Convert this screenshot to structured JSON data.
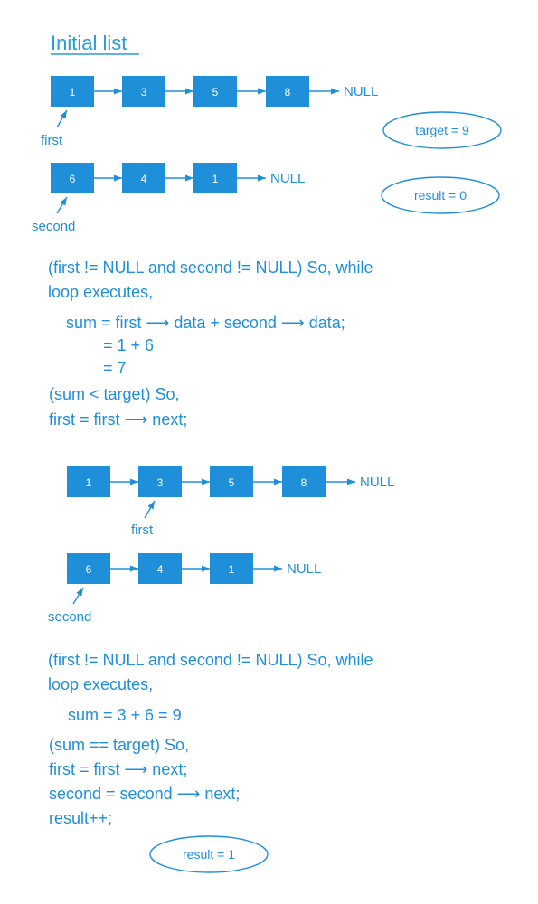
{
  "heading": "Initial list",
  "null_label": "NULL",
  "colors": {
    "accent": "#1e8fd8"
  },
  "step1": {
    "first_list": [
      "1",
      "3",
      "5",
      "8"
    ],
    "second_list": [
      "6",
      "4",
      "1"
    ],
    "first_pointer": "first",
    "second_pointer": "second",
    "target_label": "target = 9",
    "result_label": "result = 0"
  },
  "code1": {
    "line1": "(first != NULL  and  second != NULL)  So, while",
    "line2": "loop executes,",
    "line3": "sum = first ⟶ data + second ⟶ data;",
    "line4": "= 1 + 6",
    "line5": "= 7",
    "line6": "(sum < target)  So,",
    "line7": "first = first ⟶ next;"
  },
  "step2": {
    "first_list": [
      "1",
      "3",
      "5",
      "8"
    ],
    "second_list": [
      "6",
      "4",
      "1"
    ],
    "first_pointer": "first",
    "second_pointer": "second"
  },
  "code2": {
    "line1": "(first != NULL  and  second != NULL)  So, while",
    "line2": "loop executes,",
    "line3": "sum = 3 + 6 = 9",
    "line4": "(sum == target)  So,",
    "line5": "first = first ⟶ next;",
    "line6": "second = second ⟶ next;",
    "line7": "result++;"
  },
  "final_result_label": "result = 1"
}
